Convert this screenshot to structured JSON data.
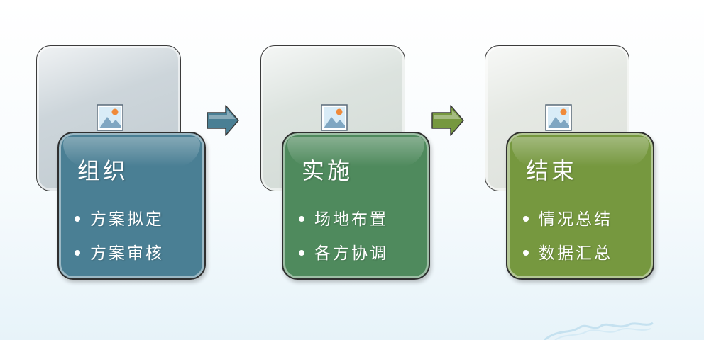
{
  "stages": [
    {
      "title": "组织",
      "items": [
        "方案拟定",
        "方案审核"
      ],
      "card_color": "#4a7f94",
      "placeholder_color": "#c4ced4"
    },
    {
      "title": "实施",
      "items": [
        "场地布置",
        "各方协调"
      ],
      "card_color": "#4f8a5d",
      "placeholder_color": "#d6ded9"
    },
    {
      "title": "结束",
      "items": [
        "情况总结",
        "数据汇总"
      ],
      "card_color": "#76983f",
      "placeholder_color": "#e1e5df"
    }
  ],
  "arrows": [
    {
      "color": "#4a7f94",
      "icon": "chevron-right-arrow-icon"
    },
    {
      "color": "#76983f",
      "icon": "chevron-right-arrow-icon"
    }
  ],
  "placeholder_icon": "picture-placeholder-icon"
}
